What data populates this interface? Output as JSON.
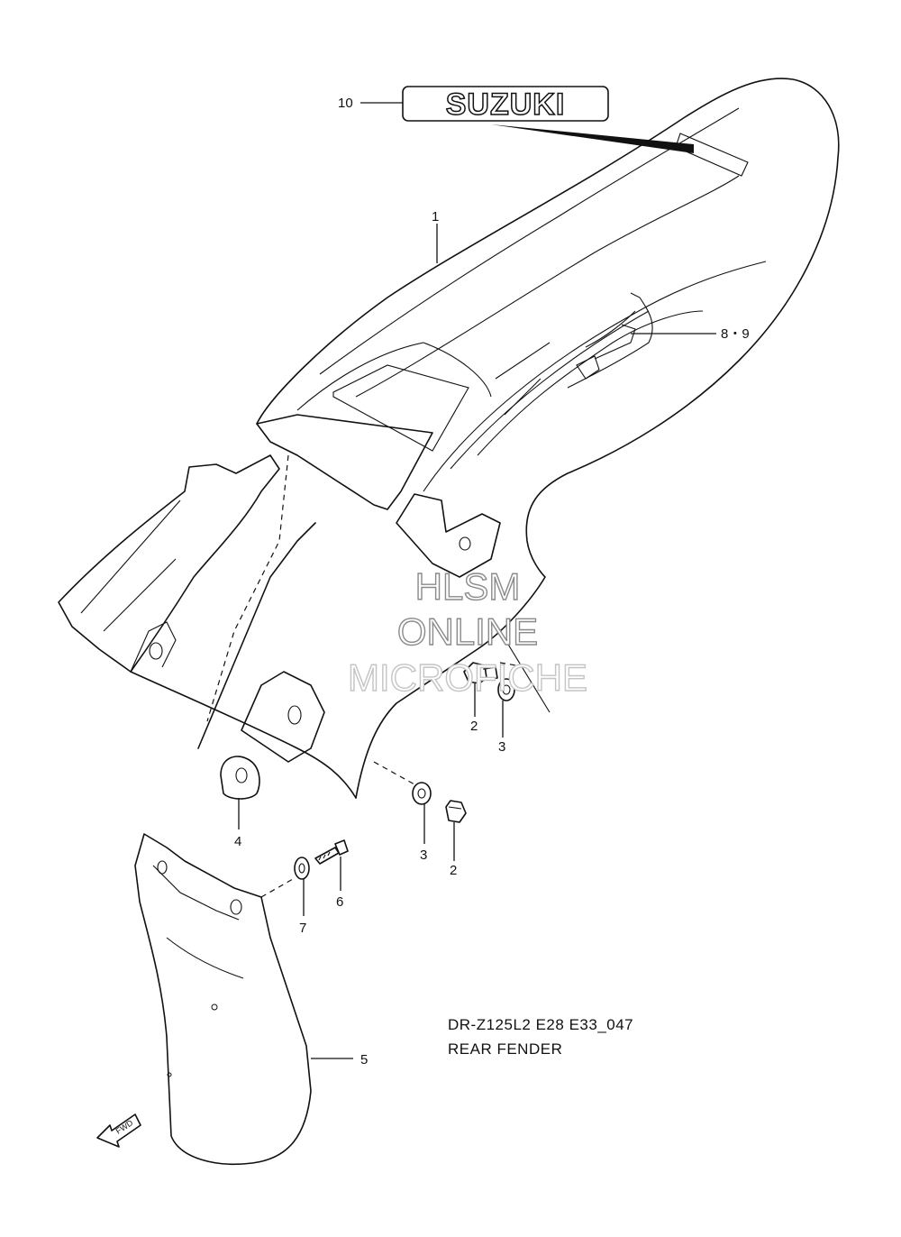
{
  "diagram": {
    "logo_text": "SUZUKI",
    "callouts": {
      "c10": "10",
      "c1": "1",
      "c89": "8・9",
      "c2a": "2",
      "c3a": "3",
      "c4": "4",
      "c3b": "3",
      "c2b": "2",
      "c6": "6",
      "c7": "7",
      "c5": "5"
    },
    "caption": {
      "line1": "DR-Z125L2 E28 E33_047",
      "line2": "REAR FENDER"
    },
    "watermark": {
      "line1": "HLSM",
      "line2": "ONLINE",
      "line3": "MICROFICHE"
    },
    "fwd_label": "FWD"
  }
}
